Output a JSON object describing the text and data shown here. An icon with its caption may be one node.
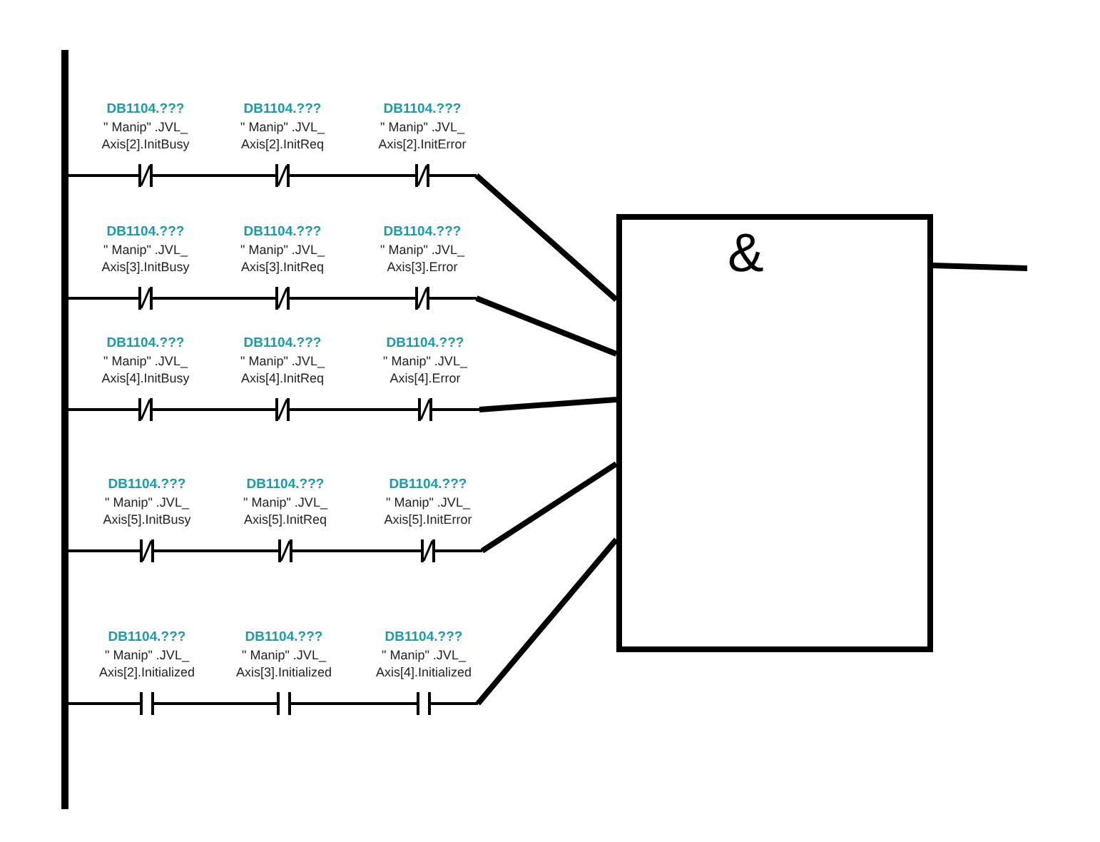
{
  "diagram": {
    "nodes": [
      {
        "text": [],
        "shape": "bar"
      },
      {
        "text": [
          "DB1104.???",
          "\" Manip\" .JVL_ Axis[2].InitBusy"
        ]
      },
      {
        "text": [
          "DB1104.???",
          "\" Manip\" .JVL_ Axis[2].InitReq"
        ]
      },
      {
        "text": [
          "DB1104.???",
          "\" Manip\" .JVL_ Axis[2].InitError"
        ]
      },
      {
        "text": [
          "DB1104.???",
          "\" Manip\" .JVL_ Axis[3].InitBusy"
        ]
      },
      {
        "text": [
          "DB1104.???",
          "\" Manip\" .JVL_ Axis[3].InitReq"
        ]
      },
      {
        "text": [
          "DB1104.???",
          "\" Manip\" .JVL_ Axis[3].Error"
        ]
      },
      {
        "text": [
          "DB1104.???",
          "\" Manip\" .JVL_ Axis[4].InitBusy"
        ]
      },
      {
        "text": [
          "DB1104.???",
          "\" Manip\" .JVL_ Axis[4].InitReq"
        ]
      },
      {
        "text": [
          "DB1104.???",
          "\" Manip\" .JVL_ Axis[4].Error"
        ]
      },
      {
        "text": [
          "DB1104.???",
          "\" Manip\" .JVL_ Axis[5].InitBusy"
        ]
      },
      {
        "text": [
          "DB1104.???",
          "\" Manip\" .JVL_ Axis[5].InitReq"
        ]
      },
      {
        "text": [
          "DB1104.???",
          "\" Manip\" .JVL_ Axis[5].InitError"
        ]
      },
      {
        "text": [
          "DB1104.???",
          "\" Manip\" .JVL_ Axis[2].Initialized"
        ]
      },
      {
        "text": [
          "DB1104.???",
          "\" Manip\" .JVL_ Axis[3].Initialized"
        ]
      },
      {
        "text": [
          "DB1104.???",
          "\" Manip\" .JVL_ Axis[4].Initialized"
        ]
      },
      {
        "text": [
          "&"
        ]
      }
    ],
    "edges": [
      {
        "from": 0,
        "to": 1,
        "arrow": "none"
      },
      {
        "from": 1,
        "to": 2,
        "arrow": "none"
      },
      {
        "from": 2,
        "to": 3,
        "arrow": "none"
      },
      {
        "from": 3,
        "to": 16,
        "arrow": "none",
        "style": "thick"
      },
      {
        "from": 0,
        "to": 4,
        "arrow": "none"
      },
      {
        "from": 4,
        "to": 5,
        "arrow": "none"
      },
      {
        "from": 5,
        "to": 6,
        "arrow": "none"
      },
      {
        "from": 6,
        "to": 16,
        "arrow": "none",
        "style": "thick"
      },
      {
        "from": 0,
        "to": 7,
        "arrow": "none"
      },
      {
        "from": 7,
        "to": 8,
        "arrow": "none"
      },
      {
        "from": 8,
        "to": 9,
        "arrow": "none"
      },
      {
        "from": 9,
        "to": 16,
        "arrow": "none",
        "style": "thick"
      },
      {
        "from": 0,
        "to": 10,
        "arrow": "none"
      },
      {
        "from": 10,
        "to": 11,
        "arrow": "none"
      },
      {
        "from": 11,
        "to": 12,
        "arrow": "none"
      },
      {
        "from": 12,
        "to": 16,
        "arrow": "none",
        "style": "thick"
      },
      {
        "from": 0,
        "to": 13,
        "arrow": "none"
      },
      {
        "from": 13,
        "to": 14,
        "arrow": "none"
      },
      {
        "from": 14,
        "to": 15,
        "arrow": "none"
      },
      {
        "from": 15,
        "to": 16,
        "arrow": "none",
        "style": "thick"
      },
      {
        "from": 16,
        "to": null,
        "arrow": "none",
        "style": "thick"
      }
    ]
  }
}
